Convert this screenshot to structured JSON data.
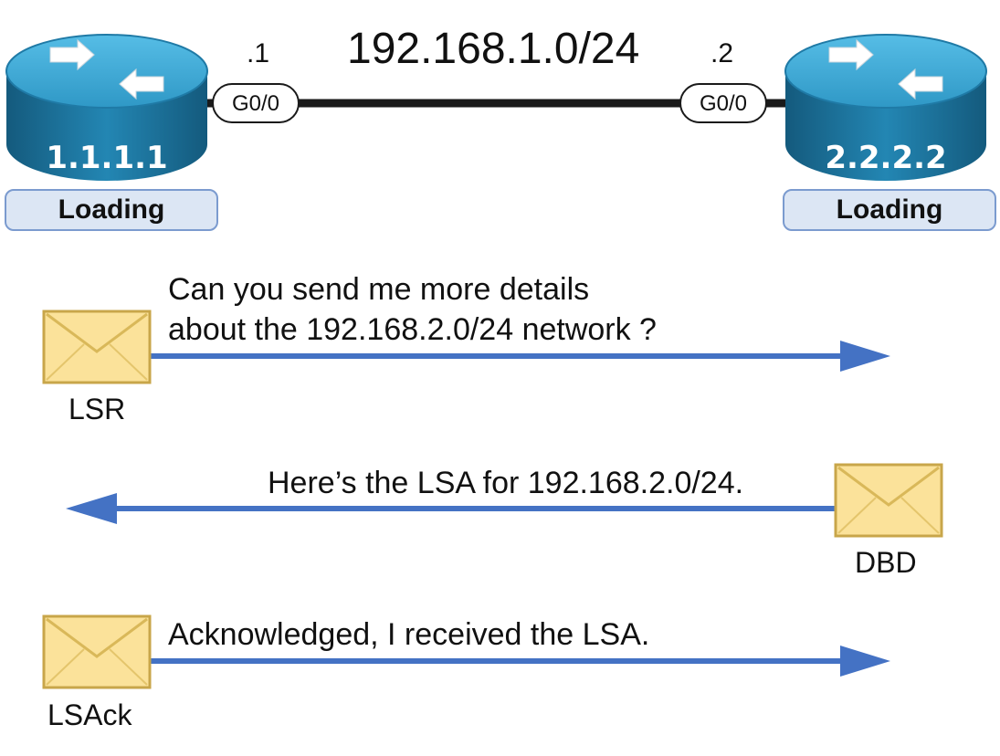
{
  "network": {
    "subnet": "192.168.1.0/24"
  },
  "routers": [
    {
      "id": "1.1.1.1",
      "interface": "G0/0",
      "address": ".1",
      "state": "Loading"
    },
    {
      "id": "2.2.2.2",
      "interface": "G0/0",
      "address": ".2",
      "state": "Loading"
    }
  ],
  "messages": [
    {
      "packet": "LSR",
      "direction": "right",
      "text_lines": [
        "Can you send me more details",
        "about the 192.168.2.0/24 network ?"
      ]
    },
    {
      "packet": "DBD",
      "direction": "left",
      "text_lines": [
        "Here’s the LSA for 192.168.2.0/24."
      ]
    },
    {
      "packet": "LSAck",
      "direction": "right",
      "text_lines": [
        "Acknowledged, I received the LSA."
      ]
    }
  ],
  "colors": {
    "router_top": "#3fa9d6",
    "router_side": "#1c6f98",
    "link": "#1a1a1a",
    "arrow": "#4472c4",
    "envelope_fill": "#fbe29a",
    "envelope_stroke": "#c8a64a",
    "state_fill": "#dce6f4",
    "state_border": "#7b9bcf"
  }
}
